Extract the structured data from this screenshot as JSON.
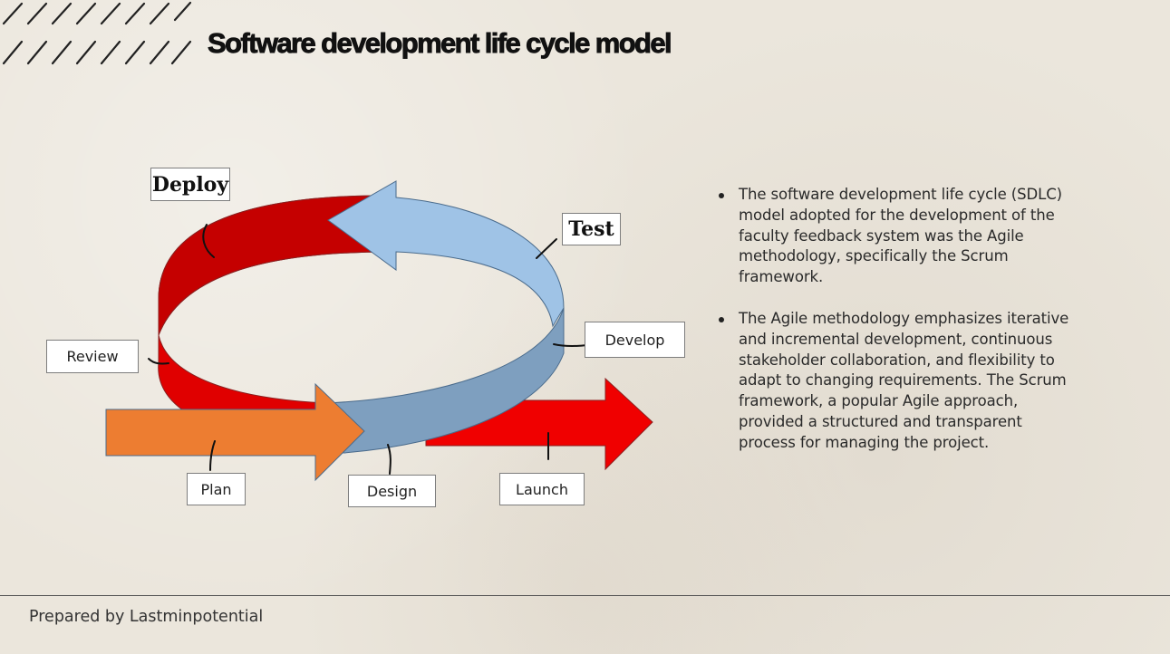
{
  "slide": {
    "title": "Software development life cycle model",
    "footer": "Prepared by Lastminpotential"
  },
  "diagram": {
    "labels": {
      "deploy": "Deploy",
      "test": "Test",
      "review": "Review",
      "develop": "Develop",
      "plan": "Plan",
      "design": "Design",
      "launch": "Launch"
    },
    "colors": {
      "red": "#e00000",
      "dark_red": "#c50000",
      "light_blue": "#9fc3e6",
      "steel_blue": "#7e9fbf",
      "orange": "#ed7d31"
    }
  },
  "bullets": [
    "The software development life cycle (SDLC) model adopted for the development of the faculty feedback system was the Agile methodology, specifically the Scrum framework.",
    "The Agile methodology emphasizes iterative and incremental development, continuous stakeholder collaboration, and flexibility to adapt to changing requirements. The Scrum framework, a popular Agile approach, provided a structured and transparent process for managing the project."
  ]
}
